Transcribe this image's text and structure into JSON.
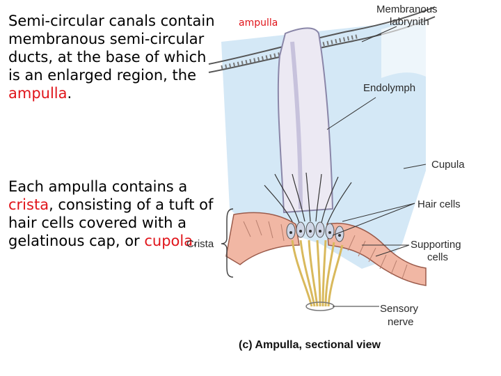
{
  "text": {
    "para1": {
      "pre": "Semi-circular canals contain membranous semi-circular ducts, at the base of which is an enlarged region, the ",
      "highlight": "ampulla",
      "post": "."
    },
    "para2": {
      "pre1": "Each ampulla contains a ",
      "highlight1": "crista",
      "mid": ", consisting of a tuft of hair cells covered with a gelatinous cap, or ",
      "highlight2": "cupola",
      "post": "."
    }
  },
  "diagram": {
    "ampulla_label": "ampulla",
    "labels": {
      "membranous_labyrinth_line1": "Membranous",
      "membranous_labyrinth_line2": "labrynith",
      "endolymph": "Endolymph",
      "cupula": "Cupula",
      "hair_cells": "Hair cells",
      "crista": "Crista",
      "supporting_cells_line1": "Supporting",
      "supporting_cells_line2": "cells",
      "sensory_nerve_line1": "Sensory",
      "sensory_nerve_line2": "nerve",
      "caption": "(c) Ampulla, sectional view"
    },
    "colors": {
      "highlight": "#e0141a",
      "endolymph": "#d4e8f6",
      "cupula": "#ece9f3",
      "epithelium": "#f1b7a4",
      "nerve": "#e6c97a"
    }
  }
}
